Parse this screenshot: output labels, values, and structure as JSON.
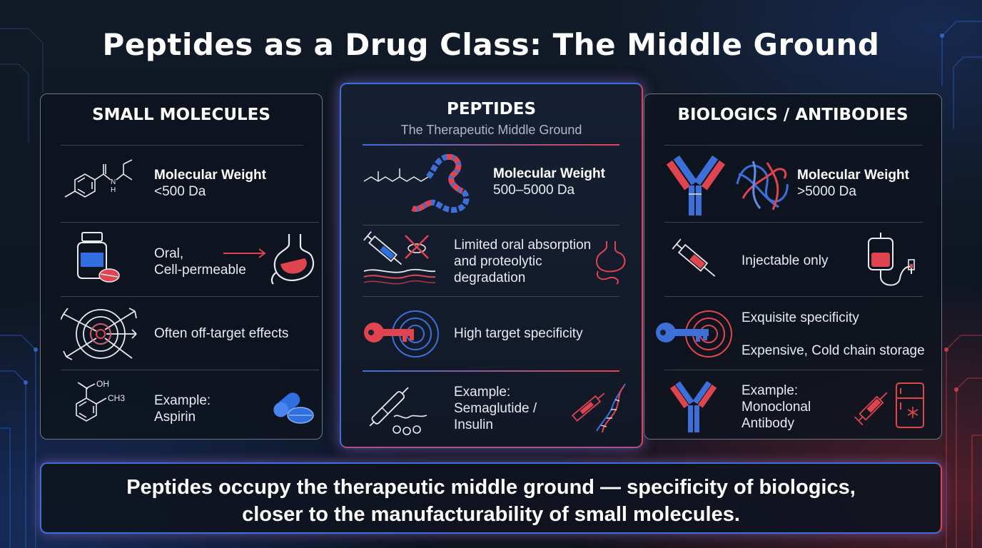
{
  "title": "Peptides as a Drug Class: The Middle Ground",
  "colors": {
    "blue": "#3d6fd8",
    "red": "#e0454f",
    "background": "#0f1622"
  },
  "panels": {
    "small": {
      "heading": "SMALL MOLECULES",
      "mw_label": "Molecular Weight",
      "mw_value": "<500 Da",
      "route_line1": "Oral,",
      "route_line2": "Cell-permeable",
      "specificity": "Often off-target effects",
      "example_label": "Example:",
      "example_value": "Aspirin",
      "struct_oh": "OH",
      "struct_ch3": "CH3",
      "struct_n": "N",
      "struct_h": "H"
    },
    "peptides": {
      "heading": "PEPTIDES",
      "subtitle": "The Therapeutic Middle Ground",
      "mw_label": "Molecular Weight",
      "mw_value": "500–5000 Da",
      "route_line1": "Limited oral absorption",
      "route_line2": "and proteolytic",
      "route_line3": "degradation",
      "specificity": "High target specificity",
      "example_label": "Example:",
      "example_line1": "Semaglutide /",
      "example_line2": "Insulin"
    },
    "biologics": {
      "heading": "BIOLOGICS / ANTIBODIES",
      "mw_label": "Molecular Weight",
      "mw_value": ">5000 Da",
      "route": "Injectable only",
      "specificity": "Exquisite specificity",
      "storage": "Expensive, Cold chain storage",
      "example_label": "Example:",
      "example_line1": "Monoclonal",
      "example_line2": "Antibody"
    }
  },
  "bottom": {
    "line1": "Peptides occupy the therapeutic middle ground — specificity of biologics,",
    "line2": "closer to the manufacturability of small molecules."
  },
  "icons": {
    "small": [
      "benzamide-structure-icon",
      "pill-bottle-icon",
      "stomach-icon",
      "target-arrows-icon",
      "aspirin-structure-icon",
      "capsule-tablet-icon"
    ],
    "peptides": [
      "peptide-chain-icon",
      "syringe-skin-icon",
      "no-pill-icon",
      "gut-icon",
      "key-target-icon",
      "pen-injector-icon",
      "dna-syringe-icon"
    ],
    "biologics": [
      "antibody-icon",
      "protein-ribbon-icon",
      "syringe-icon",
      "iv-bag-icon",
      "key-target-icon",
      "antibody-small-icon",
      "syringe-small-icon",
      "fridge-icon"
    ]
  }
}
